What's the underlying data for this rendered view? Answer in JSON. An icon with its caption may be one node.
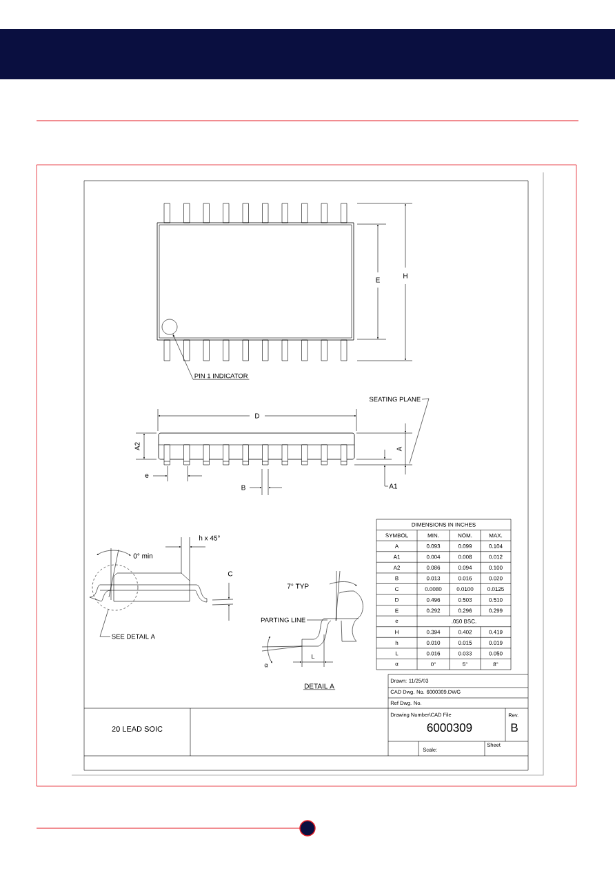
{
  "diagram": {
    "nodes": [
      {
        "text": [],
        "shape": "circle"
      },
      {
        "text": [
          "PIN 1 INDICATOR"
        ]
      },
      {
        "text": [
          "SEATING PLANE"
        ]
      },
      {
        "text": [],
        "shape": "circle"
      },
      {
        "text": [
          "SEE DETAIL A"
        ]
      },
      {
        "text": [
          "PARTING LINE"
        ]
      }
    ],
    "edges": [
      {
        "from": 1,
        "to": 0,
        "arrow": "to"
      },
      {
        "from": 2,
        "to": null,
        "arrow": "none"
      },
      {
        "from": 4,
        "to": 3,
        "arrow": "none"
      },
      {
        "from": 5,
        "to": null,
        "arrow": "none"
      }
    ],
    "labels": [
      "E",
      "H",
      "D",
      "A2",
      "A",
      "e",
      "B",
      "A1",
      "h x 45°",
      "0° min",
      "C",
      "7° TYP",
      "α",
      "L",
      "DETAIL A",
      "Drawn: 11/25/03",
      "CAD Dwg. No. 6000309.DWG",
      "Ref Dwg. No.",
      "20 LEAD SOIC",
      "Drawing Number\\CAD File",
      "6000309",
      "Rev.",
      "B",
      "Scale:",
      "Sheet",
      "DIMENSIONS IN INCHES",
      "SYMBOL",
      "MIN.",
      "NOM.",
      "MAX.",
      "A",
      "0.093",
      "0.099",
      "0.104",
      "A1",
      "0.004",
      "0.008",
      "0.012",
      "A2",
      "0.086",
      "0.094",
      "0.100",
      "B",
      "0.013",
      "0.016",
      "0.020",
      "C",
      "0.0080",
      "0.0100",
      "0.0125",
      "D",
      "0.496",
      "0.503",
      "0.510",
      "E",
      "0.292",
      "0.296",
      "0.299",
      "e",
      ".050 BSC.",
      "H",
      "0.394",
      "0.402",
      "0.419",
      "h",
      "0.010",
      "0.015",
      "0.019",
      "L",
      "0.016",
      "0.033",
      "0.050",
      "α",
      "0°",
      "5°",
      "8°"
    ]
  }
}
